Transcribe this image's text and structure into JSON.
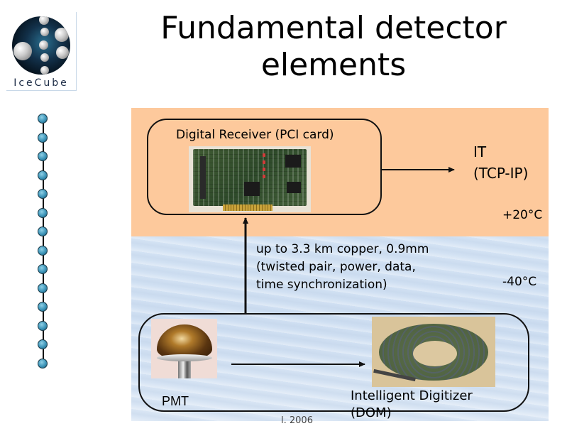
{
  "logo": {
    "text": "IceCube"
  },
  "string": {
    "bead_count": 14
  },
  "title": {
    "line1": "Fundamental detector",
    "line2": "elements"
  },
  "surface": {
    "receiver_label": "Digital Receiver (PCI card)",
    "it_label": "IT",
    "protocol_label": "(TCP-IP)",
    "temperature": "+20°C",
    "color": "#fdc99c"
  },
  "ice": {
    "cable_line1": "up to 3.3 km copper, 0.9mm",
    "cable_line2": "(twisted pair, power, data,",
    "cable_line3": "time synchronization)",
    "temperature": "-40°C",
    "pmt_label": "PMT",
    "digitizer_line1": "Intelligent Digitizer",
    "digitizer_line2": "(DOM)"
  },
  "footer": {
    "text": "l. 2006"
  }
}
